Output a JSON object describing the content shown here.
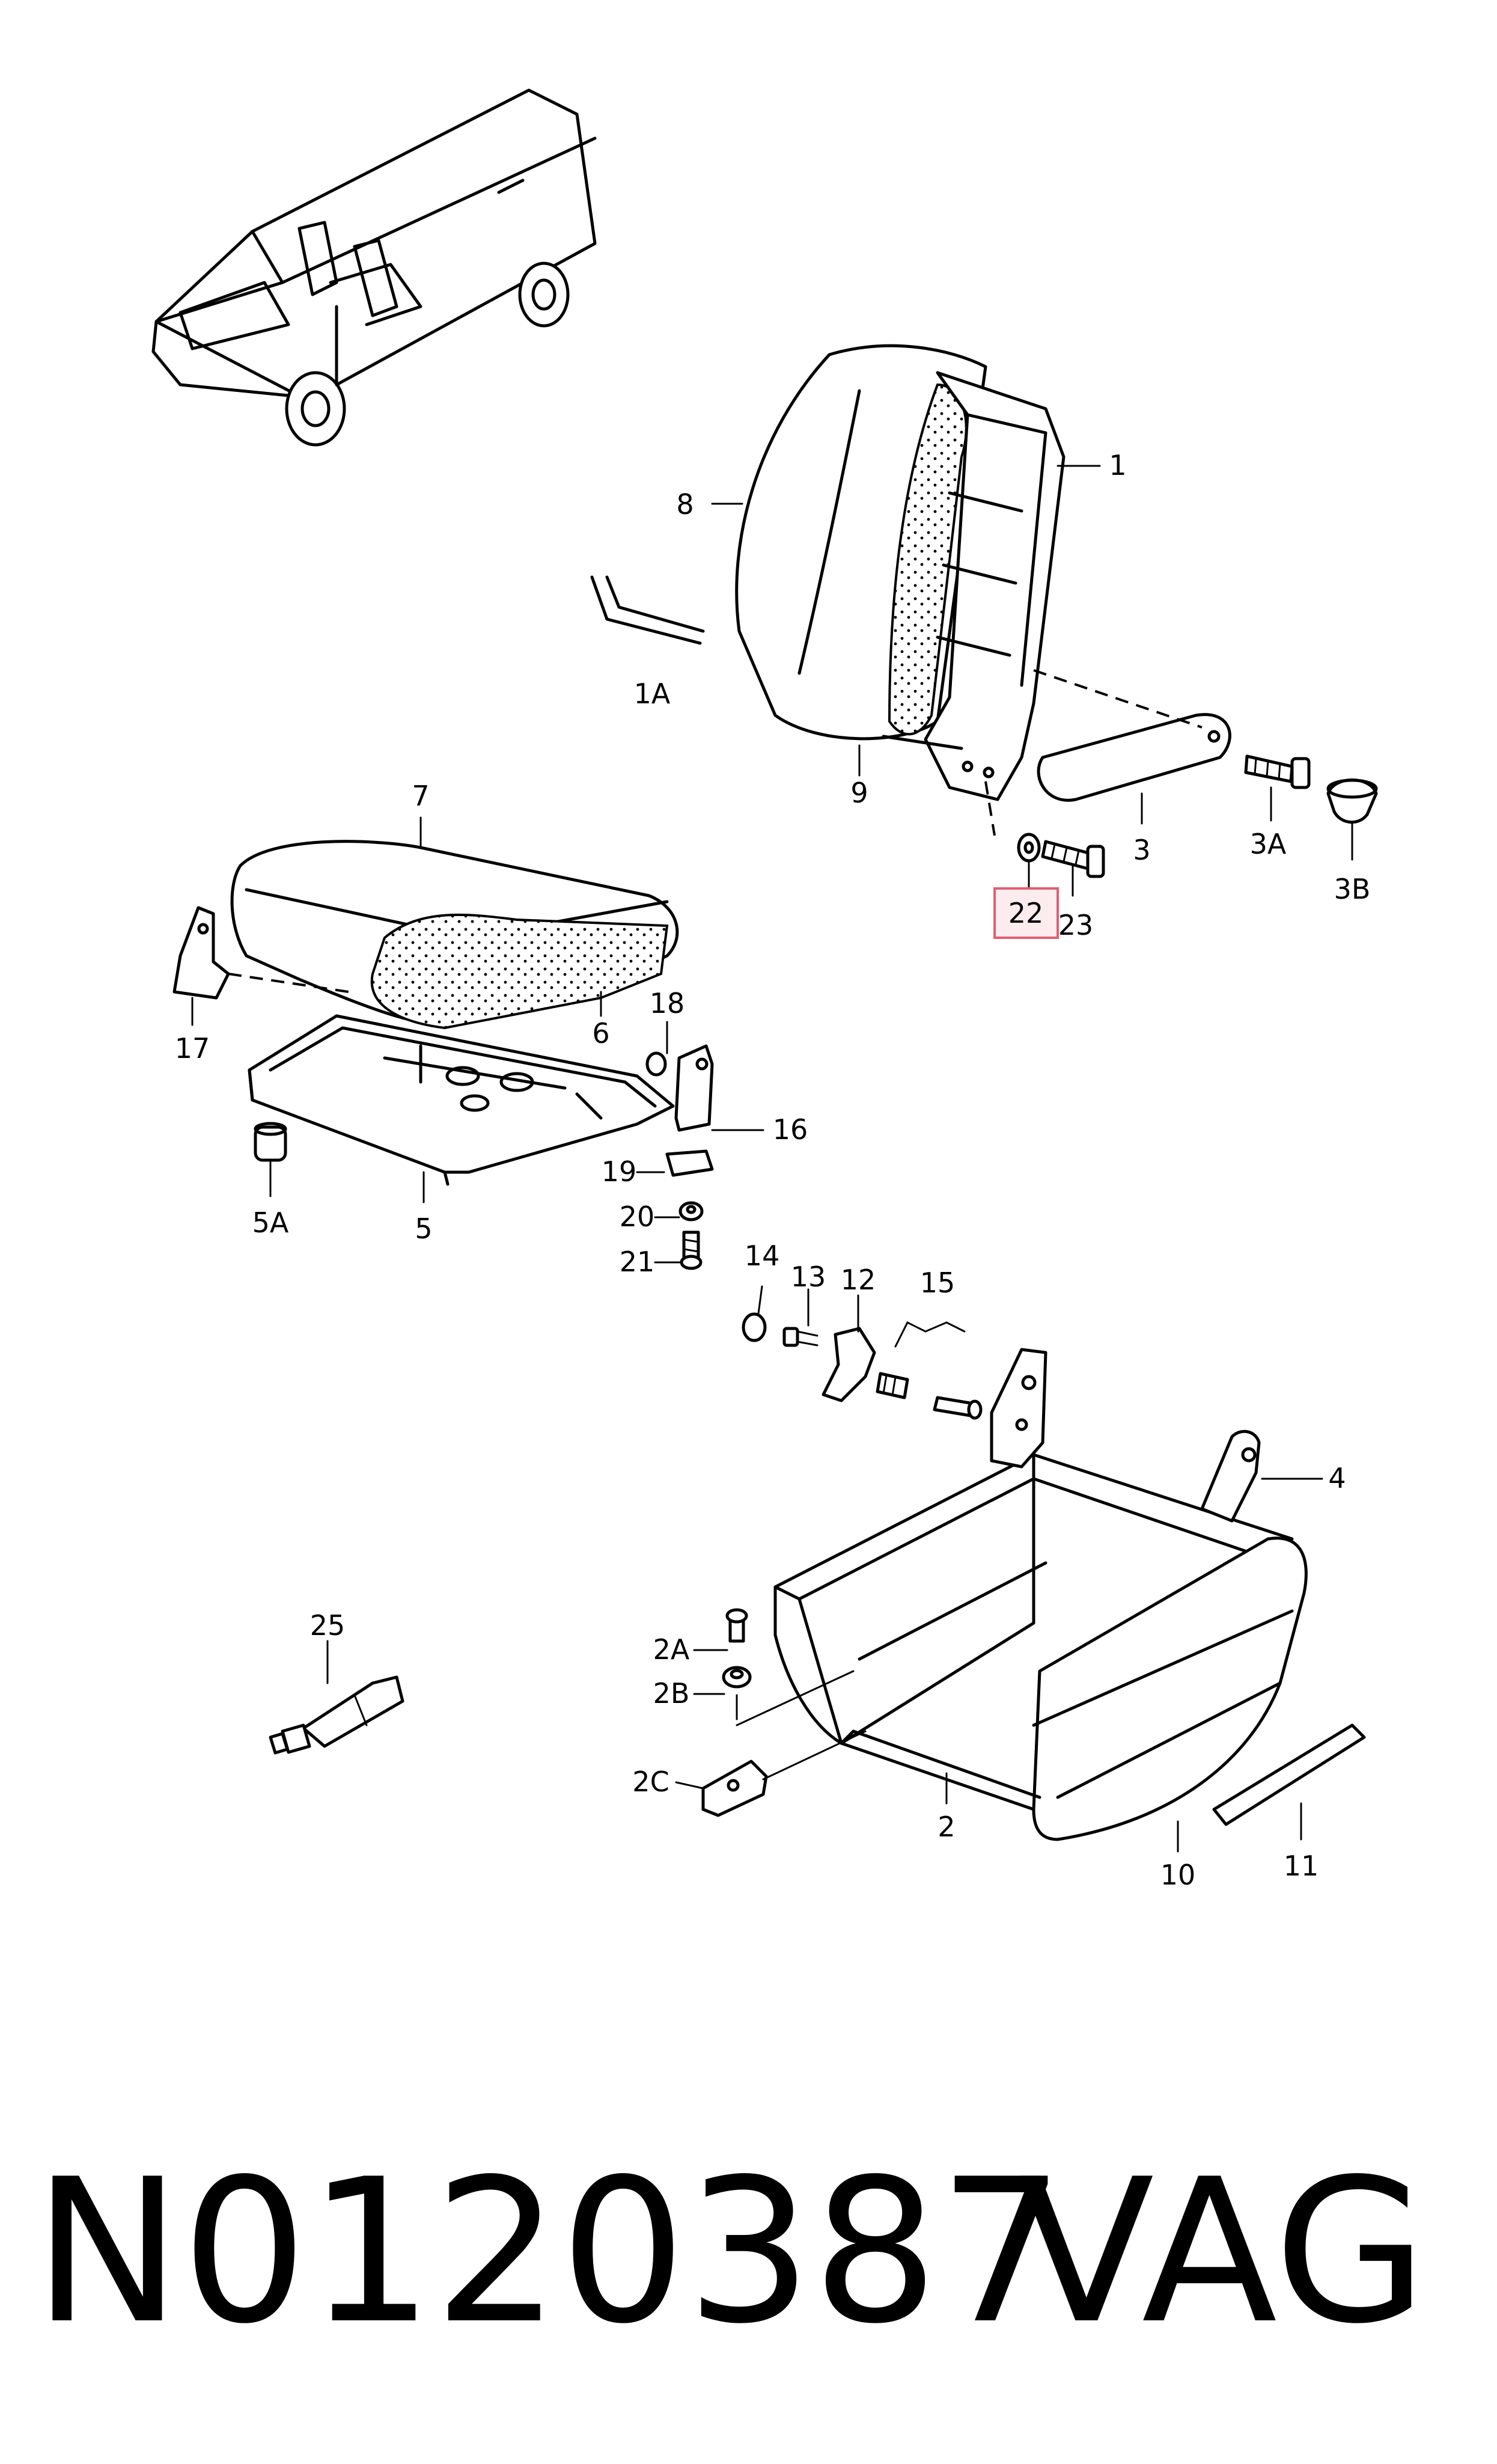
{
  "diagram": {
    "part_labels": [
      "1",
      "1A",
      "2",
      "2A",
      "2B",
      "2C",
      "3",
      "3A",
      "3B",
      "4",
      "5",
      "5A",
      "6",
      "7",
      "8",
      "9",
      "10",
      "11",
      "12",
      "13",
      "14",
      "15",
      "16",
      "17",
      "18",
      "19",
      "20",
      "21",
      "22",
      "23",
      "25"
    ],
    "highlighted_label": "22",
    "highlight_color": "#e06070"
  },
  "footer": {
    "part_number": "N0120387",
    "brand": "VAG"
  }
}
